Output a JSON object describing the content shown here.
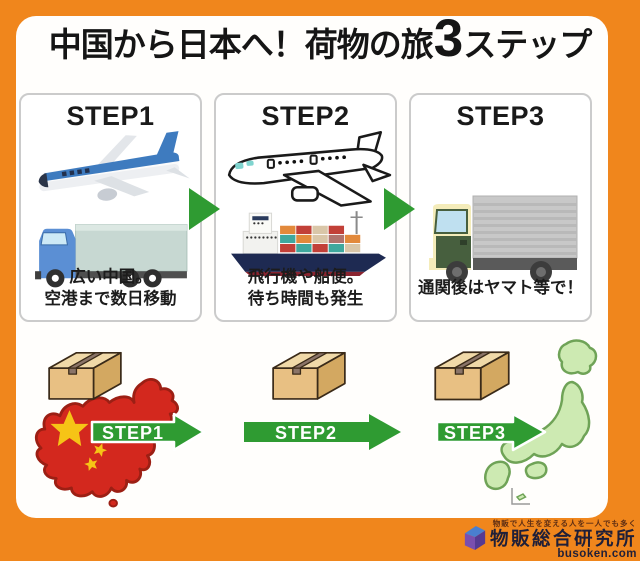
{
  "header": {
    "title_prefix": "中国から日本へ！荷物の旅",
    "title_number": "3",
    "title_suffix": "ステップ"
  },
  "steps": [
    {
      "label": "STEP1",
      "caption_line1": "広い中国。",
      "caption_line2": "空港まで数日移動"
    },
    {
      "label": "STEP2",
      "caption_line1": "飛行機や船便。",
      "caption_line2": "待ち時間も発生"
    },
    {
      "label": "STEP3",
      "caption_line1": "通関後はヤマト等で！",
      "caption_line2": ""
    }
  ],
  "journey": {
    "arrow1_label": "STEP1",
    "arrow2_label": "STEP2",
    "arrow3_label": "STEP3"
  },
  "footer": {
    "tagline": "物販で人生を変える人を一人でも多く",
    "brand": "物販総合研究所",
    "domain": "busoken.com"
  },
  "icons": {
    "step1": [
      "airliner-icon",
      "delivery-truck-icon"
    ],
    "step2": [
      "outline-airplane-icon",
      "container-ship-icon"
    ],
    "step3": [
      "cargo-truck-icon"
    ],
    "journey": [
      "cardboard-box-icon",
      "china-map",
      "japan-map",
      "arrow-right-icon"
    ]
  },
  "colors": {
    "background_orange": "#F0861C",
    "arrow_green": "#2F9B32",
    "china_red": "#D3281E",
    "china_star_yellow": "#F6C416",
    "japan_green": "#CDEAB2",
    "cardboard_tan": "#E8C083",
    "brand_navy": "#1F1F38",
    "card_border_grey": "#CBCBCB"
  }
}
